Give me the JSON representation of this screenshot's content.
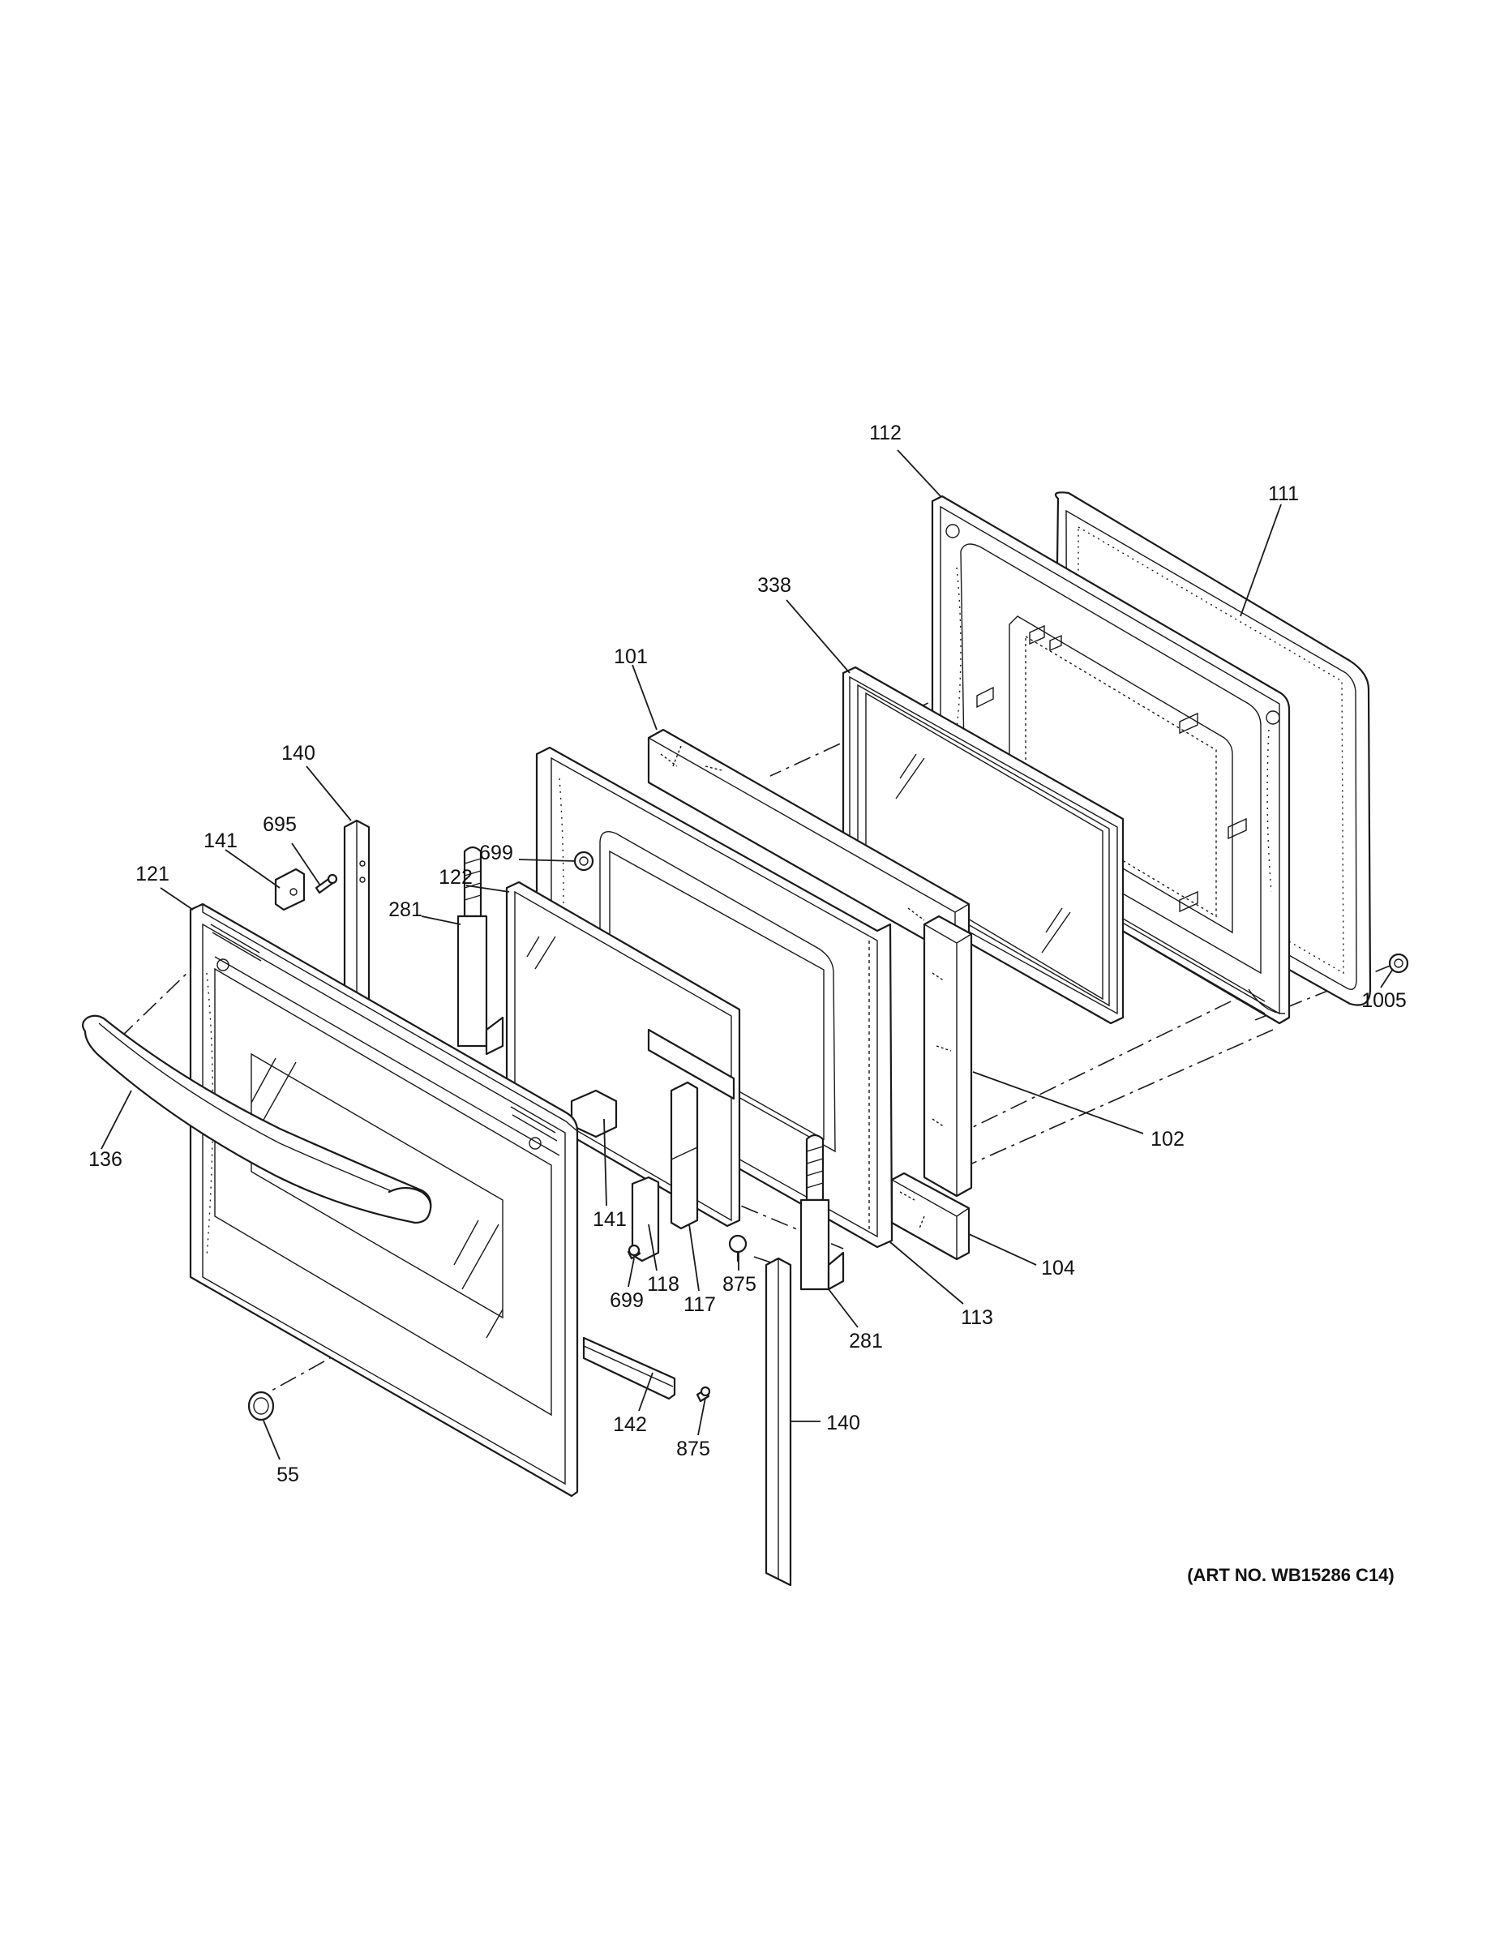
{
  "diagram": {
    "callouts": {
      "c112": "112",
      "c111": "111",
      "c338": "338",
      "c101": "101",
      "c140a": "140",
      "c695": "695",
      "c141a": "141",
      "c121": "121",
      "c699a": "699",
      "c122": "122",
      "c281a": "281",
      "c1005": "1005",
      "c102": "102",
      "c136": "136",
      "c141b": "141",
      "c104": "104",
      "c118": "118",
      "c699b": "699",
      "c117": "117",
      "c875a": "875",
      "c113": "113",
      "c281b": "281",
      "c142": "142",
      "c875b": "875",
      "c140b": "140",
      "c55": "55"
    },
    "art_number": "(ART NO. WB15286 C14)"
  }
}
